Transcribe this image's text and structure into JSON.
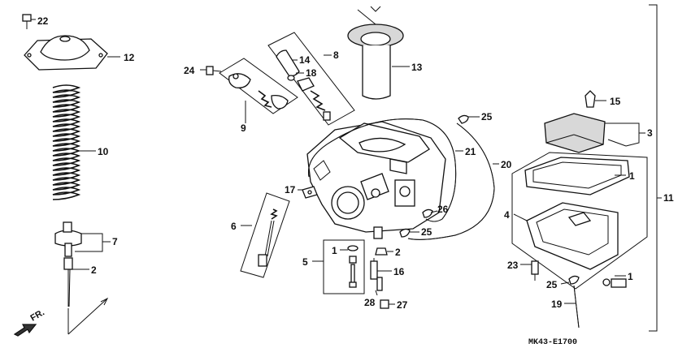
{
  "diagram": {
    "part_labels": [
      "22",
      "12",
      "10",
      "7",
      "2",
      "24",
      "9",
      "14",
      "8",
      "18",
      "13",
      "6",
      "17",
      "5",
      "1",
      "2",
      "16",
      "28",
      "27",
      "25",
      "21",
      "20",
      "26",
      "25",
      "15",
      "3",
      "1",
      "4",
      "11",
      "23",
      "1",
      "25",
      "19"
    ],
    "direction_label": "FR.",
    "figure_code": "MK43-E1700"
  }
}
